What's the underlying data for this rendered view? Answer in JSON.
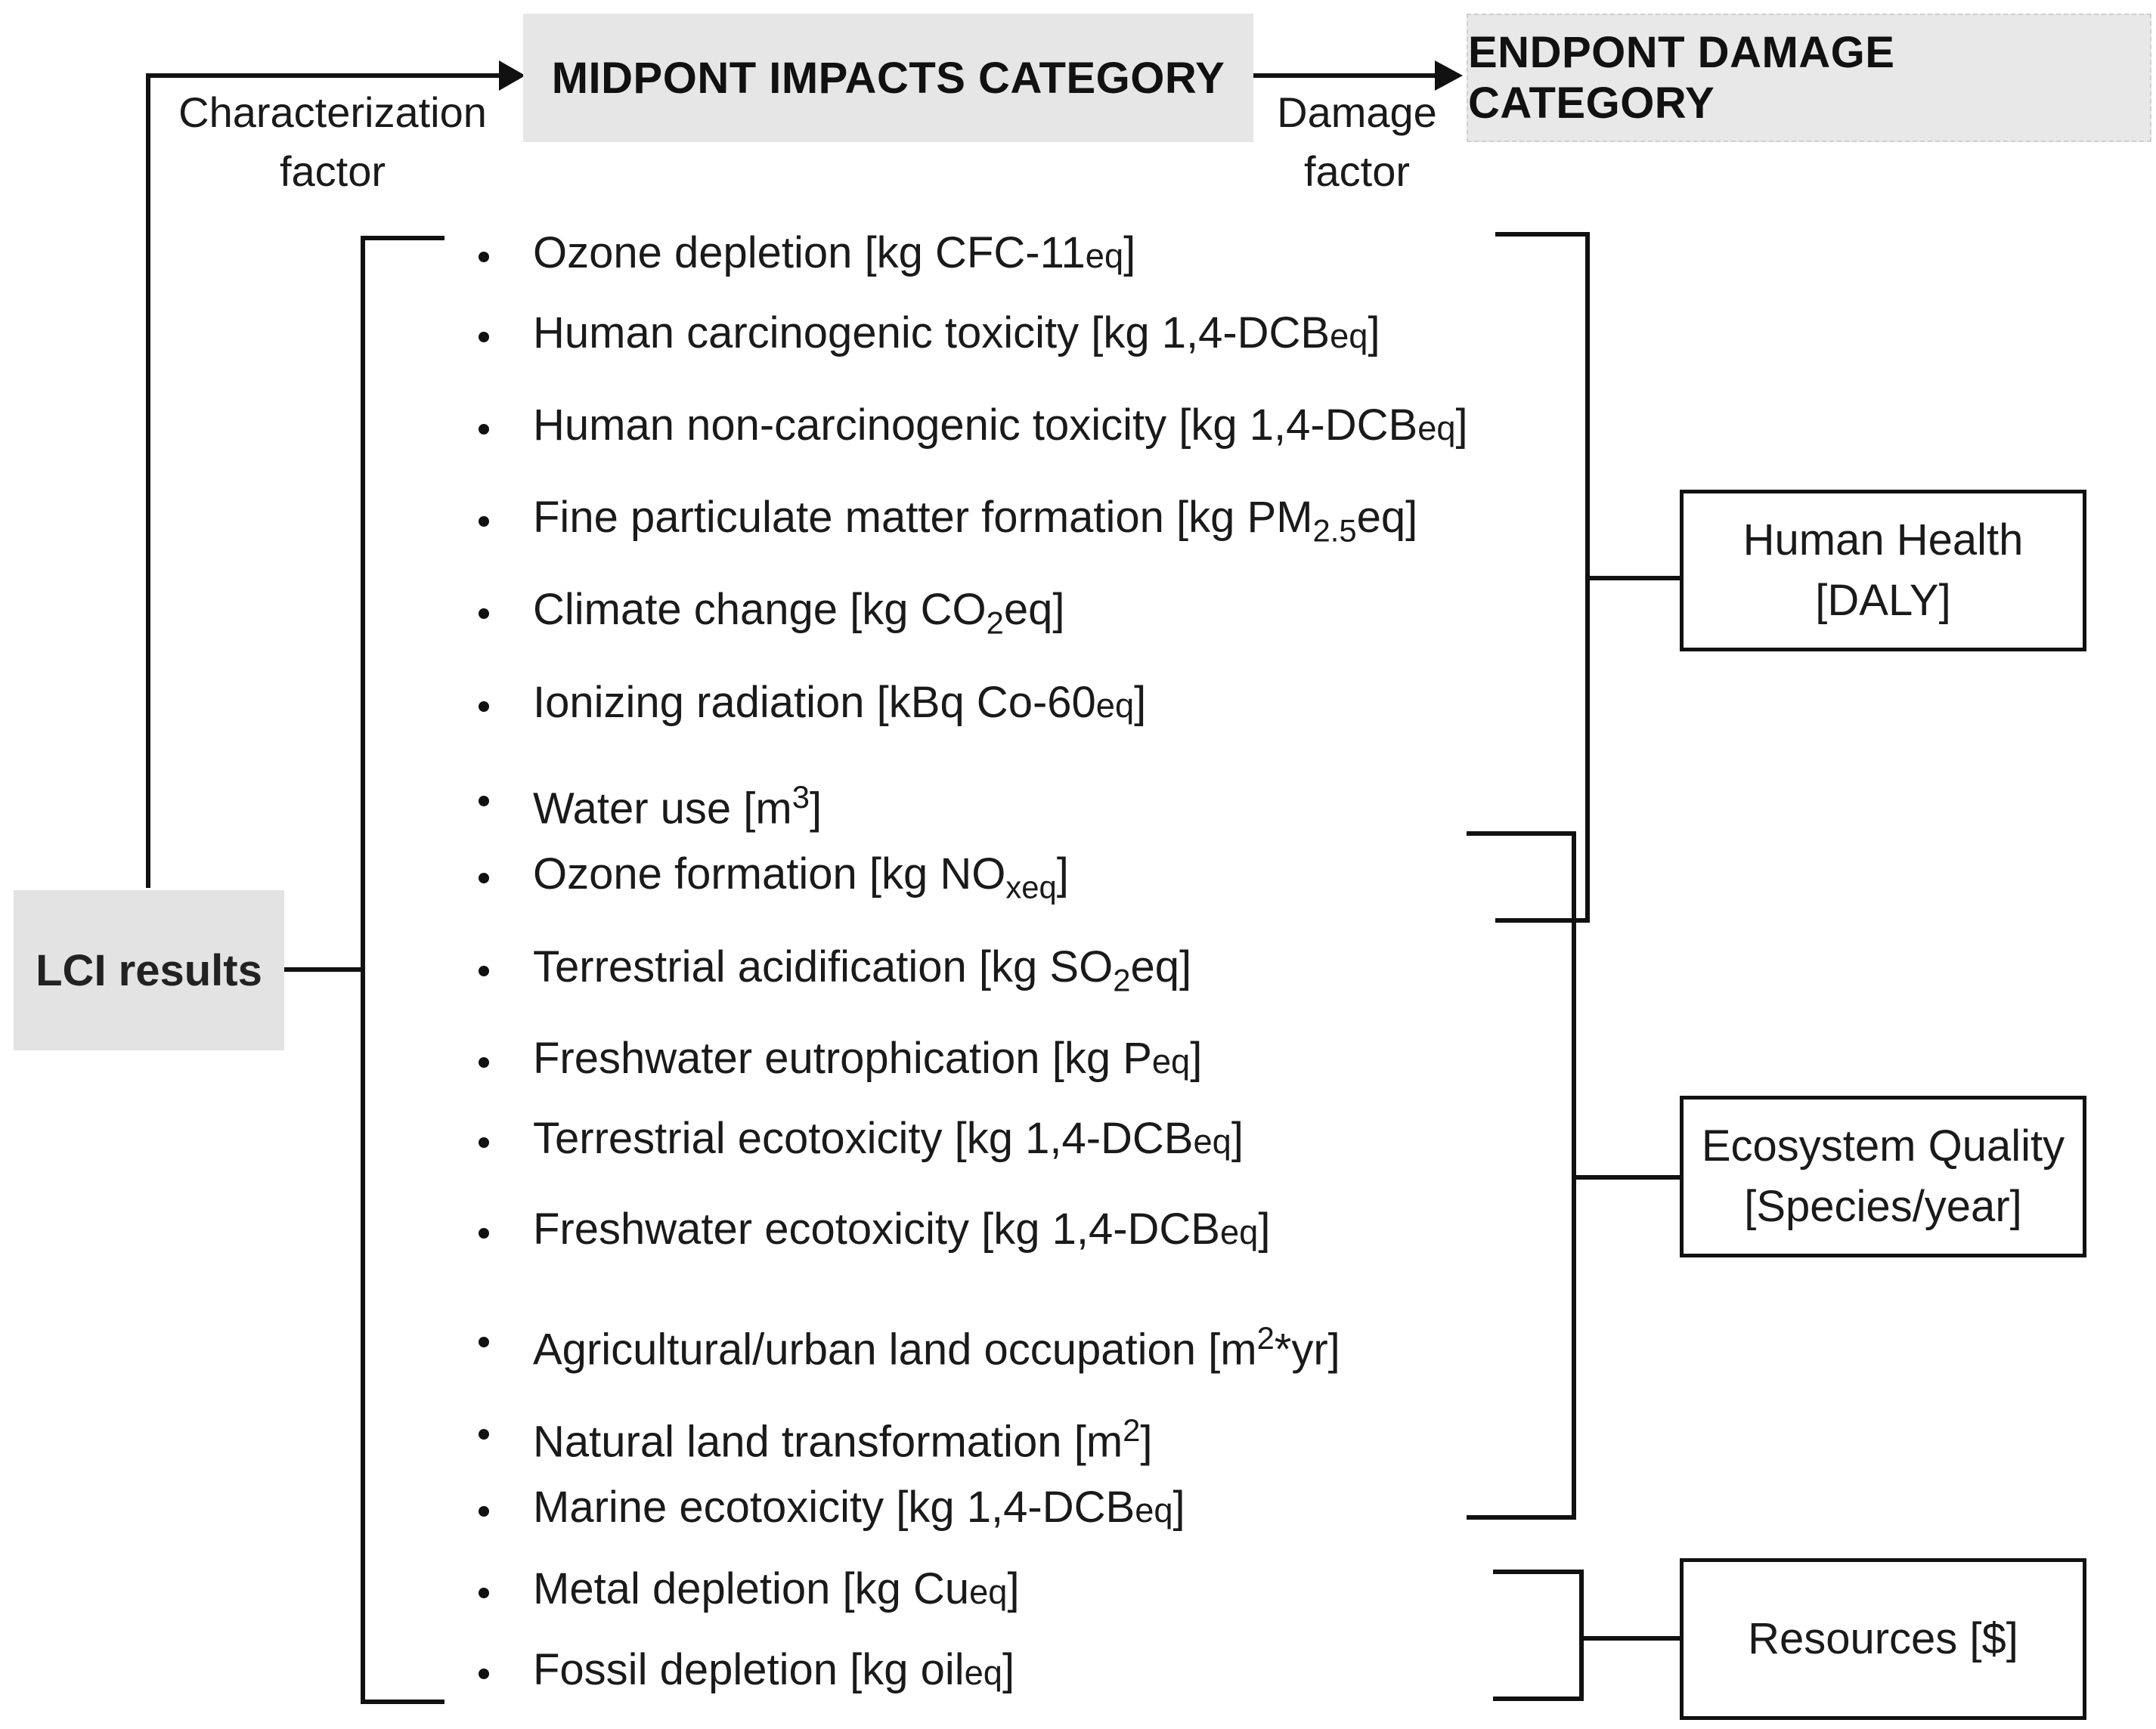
{
  "headers": {
    "midpoint": "MIDPONT IMPACTS CATEGORY",
    "endpoint": "ENDPONT DAMAGE CATEGORY"
  },
  "labels": {
    "characterization_line1": "Characterization",
    "characterization_line2": "factor",
    "damage_line1": "Damage",
    "damage_line2": "factor"
  },
  "lci": "LCI results",
  "items": [
    {
      "name": "Ozone depletion",
      "unit": "[kg CFC-11",
      "eq": "eq",
      "close": "]"
    },
    {
      "name": "Human carcinogenic toxicity",
      "unit": "[kg 1,4-DCB",
      "eq": "eq",
      "close": "]"
    },
    {
      "name": "Human non-carcinogenic toxicity",
      "unit": "[kg 1,4-DCB",
      "eq": "eq",
      "close": "]"
    },
    {
      "name": "Fine particulate matter formation",
      "unit": "[kg PM",
      "sub": "2.5",
      "tail": "eq]"
    },
    {
      "name": "Climate change",
      "unit": "[kg CO",
      "sub": "2",
      "tail": "eq]"
    },
    {
      "name": "Ionizing radiation",
      "unit": "[kBq Co-60",
      "eq": "eq",
      "close": "]"
    },
    {
      "name": "Water use",
      "unit": "[m",
      "sup": "3",
      "tail": "]"
    },
    {
      "name": "Ozone formation",
      "unit": "[kg NO",
      "sub": "xeq",
      "tail": "]"
    },
    {
      "name": "Terrestrial acidification",
      "unit": "[kg SO",
      "sub": "2",
      "tail": "eq]"
    },
    {
      "name": "Freshwater eutrophication",
      "unit": "[kg P",
      "eq": "eq",
      "close": "]"
    },
    {
      "name": "Terrestrial ecotoxicity",
      "unit": "[kg 1,4-DCB",
      "eq": "eq",
      "close": "]"
    },
    {
      "name": "Freshwater ecotoxicity",
      "unit": "[kg 1,4-DCB",
      "eq": "eq",
      "close": "]"
    },
    {
      "name": "Agricultural/urban land occupation",
      "unit": "[m",
      "sup": "2",
      "tail": "*yr]"
    },
    {
      "name": "Natural land transformation",
      "unit": "[m",
      "sup": "2",
      "tail": "]"
    },
    {
      "name": "Marine ecotoxicity",
      "unit": "[kg 1,4-DCB",
      "eq": "eq",
      "close": "]"
    },
    {
      "name": "Metal depletion",
      "unit": "[kg Cu",
      "eq": "eq",
      "close": "]"
    },
    {
      "name": "Fossil depletion",
      "unit": "[kg oil",
      "eq": "eq",
      "close": "]"
    }
  ],
  "endpoints": {
    "human_health_line1": "Human Health",
    "human_health_line2": "[DALY]",
    "ecosystem_line1": "Ecosystem Quality",
    "ecosystem_line2": "[Species/year]",
    "resources": "Resources [$]"
  }
}
